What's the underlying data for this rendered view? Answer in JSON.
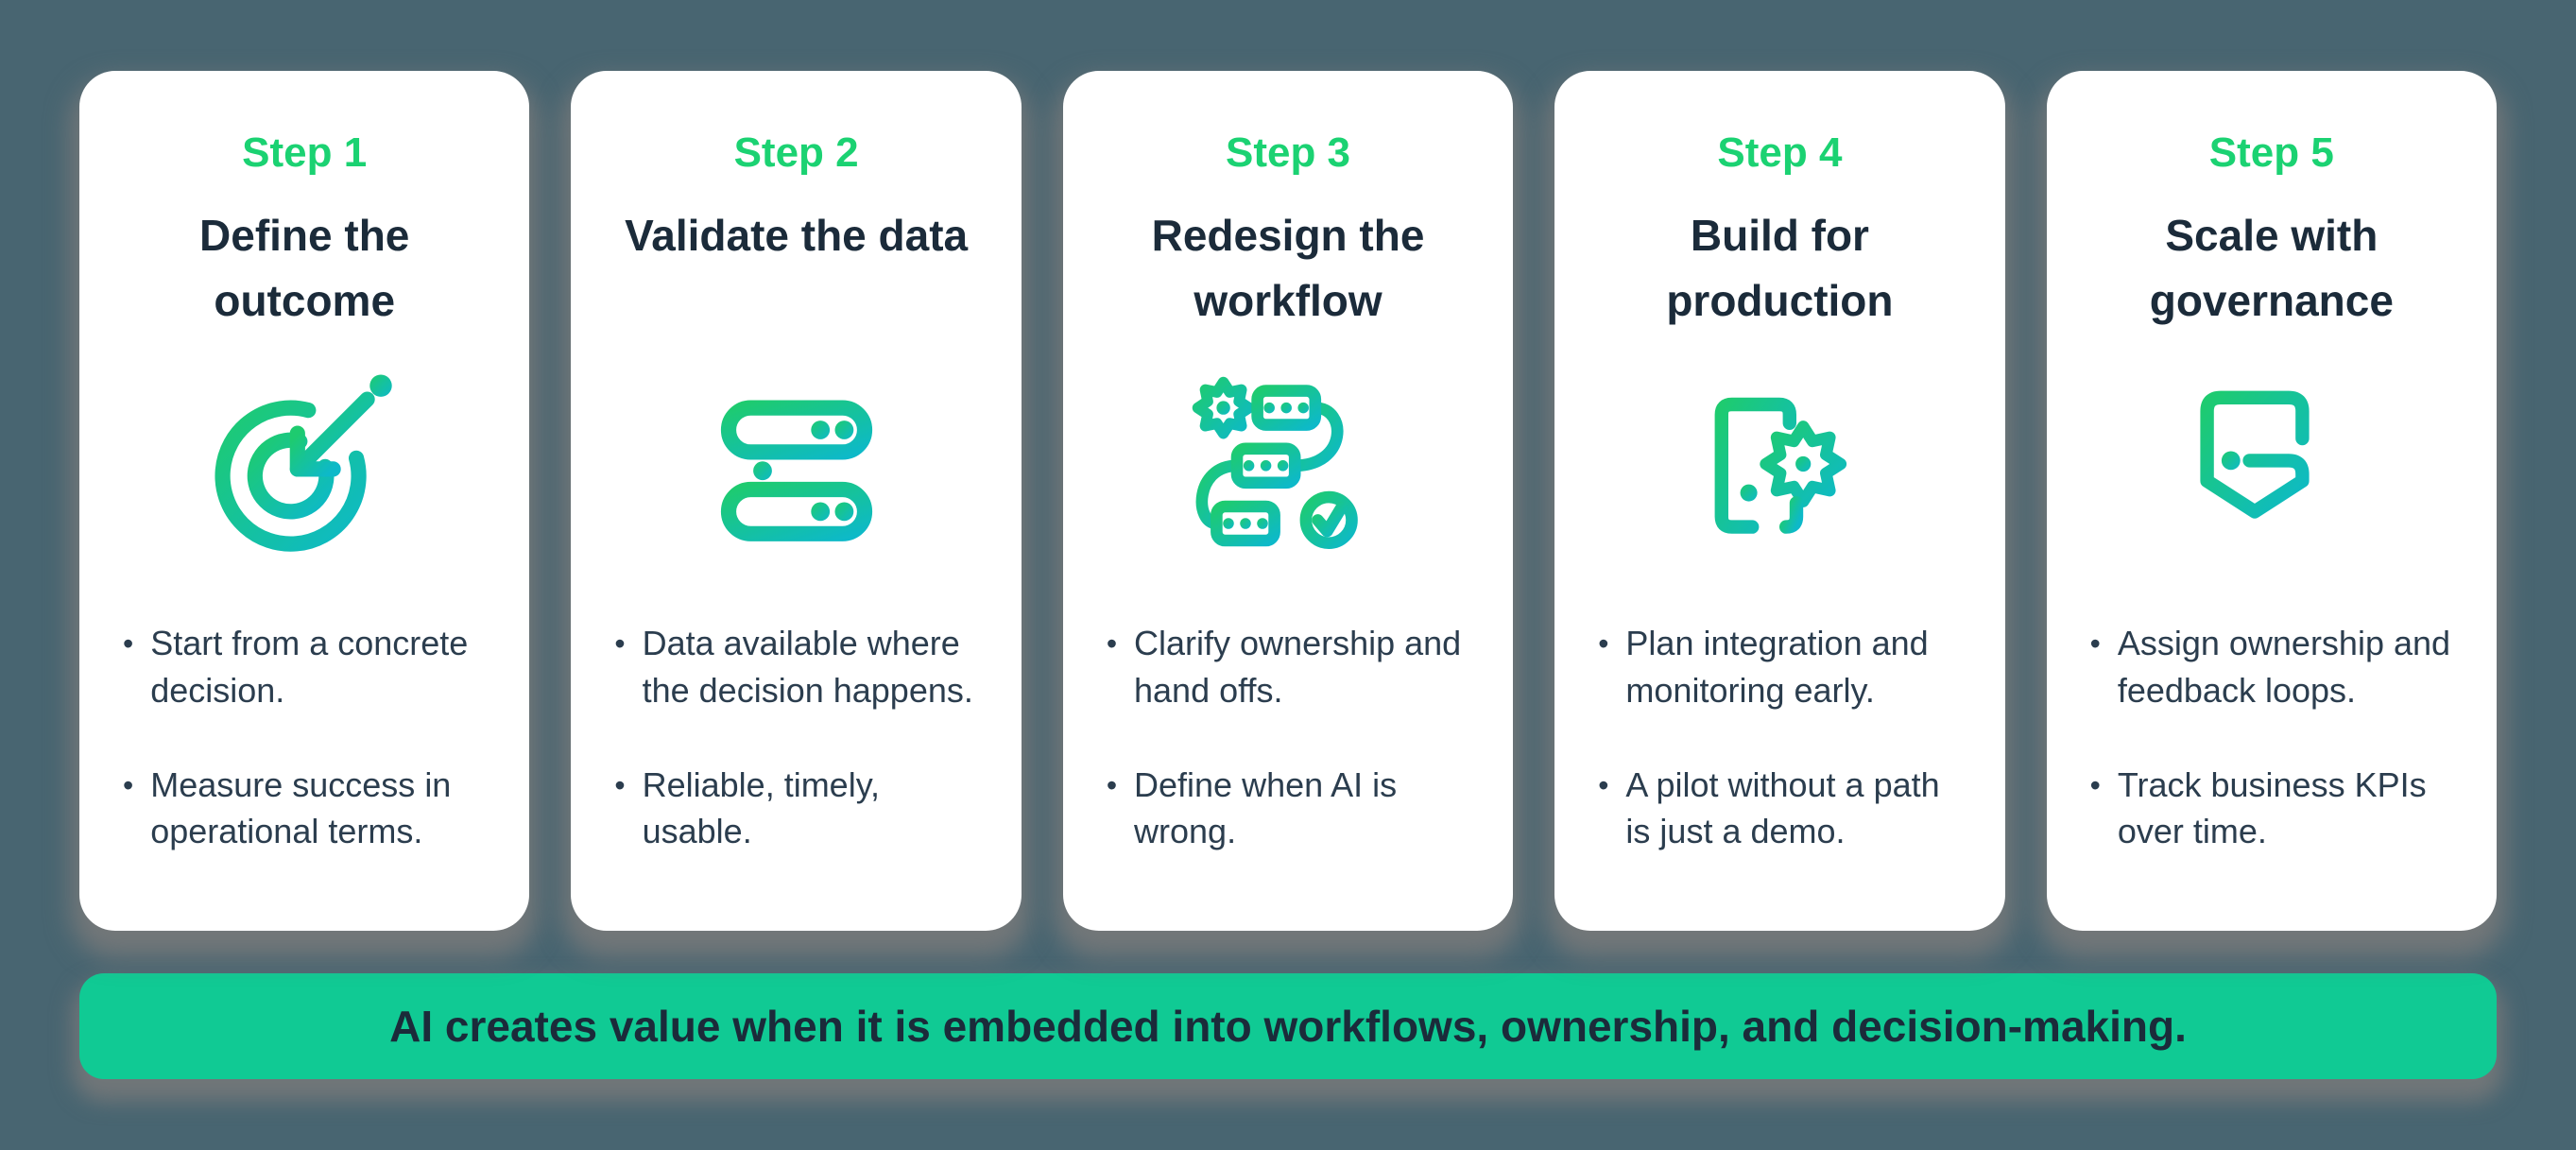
{
  "colors": {
    "background": "#486571",
    "card_background": "#ffffff",
    "step_green": "#1bd272",
    "banner_green": "#10ca94",
    "heading_navy": "#1b2b3a",
    "body_text": "#2b3d4e",
    "icon_gradient_start": "#1ecb6f",
    "icon_gradient_end": "#0db9c9"
  },
  "steps": [
    {
      "label": "Step 1",
      "title": "Define the\noutcome",
      "icon": "target-arrow-icon",
      "bullets": [
        "Start from a concrete decision.",
        "Measure success in operational terms."
      ]
    },
    {
      "label": "Step 2",
      "title": "Validate the data",
      "icon": "server-stack-icon",
      "bullets": [
        "Data available where the decision happens.",
        "Reliable, timely, usable."
      ]
    },
    {
      "label": "Step 3",
      "title": "Redesign the\nworkflow",
      "icon": "workflow-icon",
      "bullets": [
        "Clarify ownership and hand offs.",
        "Define when AI is wrong."
      ]
    },
    {
      "label": "Step 4",
      "title": "Build for\nproduction",
      "icon": "device-gear-icon",
      "bullets": [
        "Plan integration and monitoring early.",
        "A pilot without a path is just a demo."
      ]
    },
    {
      "label": "Step 5",
      "title": "Scale with\ngovernance",
      "icon": "shield-g-icon",
      "bullets": [
        "Assign ownership and feedback loops.",
        "Track business KPIs over time."
      ]
    }
  ],
  "banner": {
    "text": "AI creates value when it is embedded into workflows, ownership, and decision-making."
  }
}
